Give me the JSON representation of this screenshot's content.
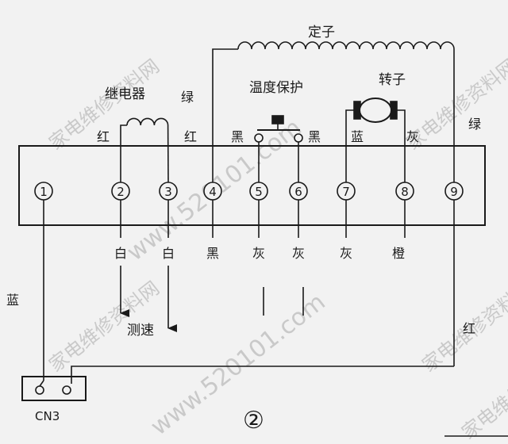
{
  "labels": {
    "stator": "定子",
    "relay": "继电器",
    "thermal": "温度保护",
    "rotor": "转子",
    "speed": "测速",
    "connector": "CN3",
    "figure": "②",
    "green_left": "绿",
    "red_left": "红",
    "red_mid": "红",
    "black_left": "黑",
    "black_right": "黑",
    "blue_top": "蓝",
    "gray_top": "灰",
    "green_right": "绿",
    "blue_left": "蓝",
    "red_right": "红",
    "bottom_2": "白",
    "bottom_3": "白",
    "bottom_4": "黑",
    "bottom_5": "灰",
    "bottom_6": "灰",
    "bottom_7": "灰",
    "bottom_8": "橙"
  },
  "terminals": [
    "1",
    "2",
    "3",
    "4",
    "5",
    "6",
    "7",
    "8",
    "9"
  ],
  "watermarks": [
    "家电维修资料网",
    "www.520101.com",
    "家电维修资料网",
    "家电维修资料网",
    "www.520101.com",
    "家电维修资料网",
    "家电维修资料网"
  ],
  "colors": {
    "ink": "#1a1a1a",
    "paper": "#f2f2f2",
    "watermark": "#c9c9c9"
  }
}
